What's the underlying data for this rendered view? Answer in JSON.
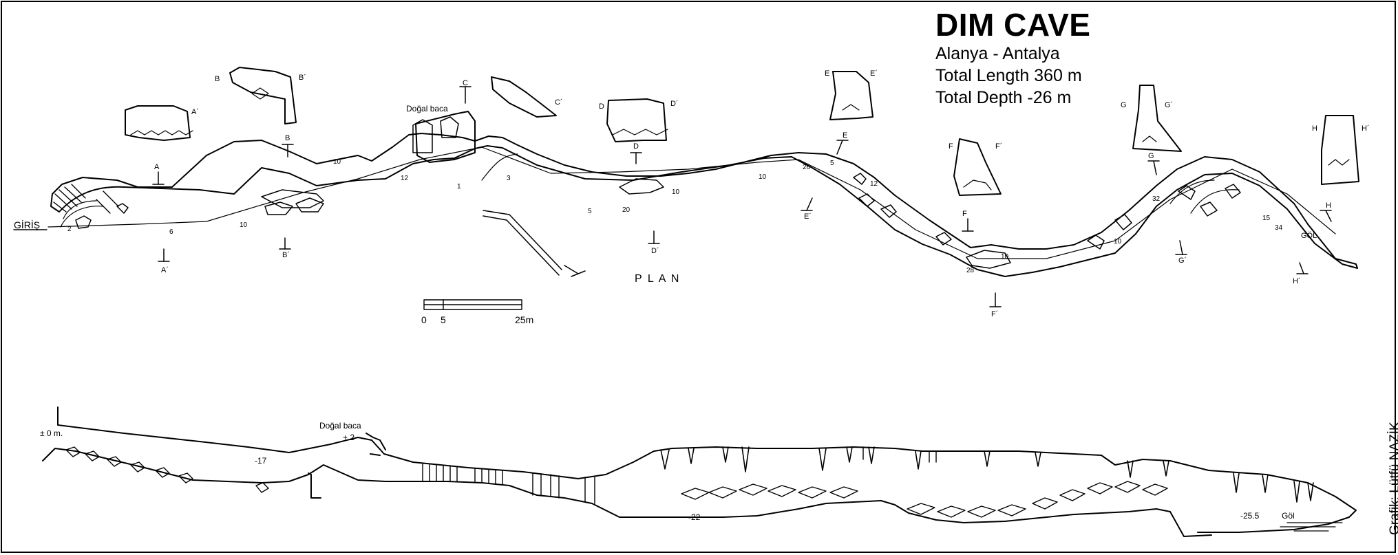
{
  "title": "DIM CAVE",
  "info": {
    "location": "Alanya - Antalya",
    "length": "Total Length 360 m",
    "depth": "Total Depth -26 m"
  },
  "credit": "Grafik: Lütfü NAZİK",
  "plan": {
    "label": "P L A N",
    "entrance_label": "GİRİŞ",
    "chimney_label": "Doğal baca",
    "lake_label": "GÖL",
    "scale": {
      "t0": "0",
      "t1": "5",
      "t2": "25m"
    },
    "section_letters": [
      "A",
      "B",
      "C",
      "D",
      "E",
      "F",
      "G",
      "H"
    ],
    "section_letters_primed": [
      "A´",
      "B´",
      "C´",
      "D´",
      "E´",
      "F´",
      "G´",
      "H´"
    ],
    "depth_marks": [
      "2",
      "6",
      "10",
      "10",
      "12",
      "1",
      "3",
      "5",
      "20",
      "10",
      "10",
      "26",
      "5",
      "12",
      "28",
      "10",
      "10",
      "32",
      "15",
      "34"
    ]
  },
  "profile": {
    "zero": "± 0 m.",
    "chimney_label": "Doğal baca",
    "chimney_height": "+ 2",
    "d17": "-17",
    "d22": "-22",
    "d255": "-25.5",
    "lake_label": "Göl"
  }
}
